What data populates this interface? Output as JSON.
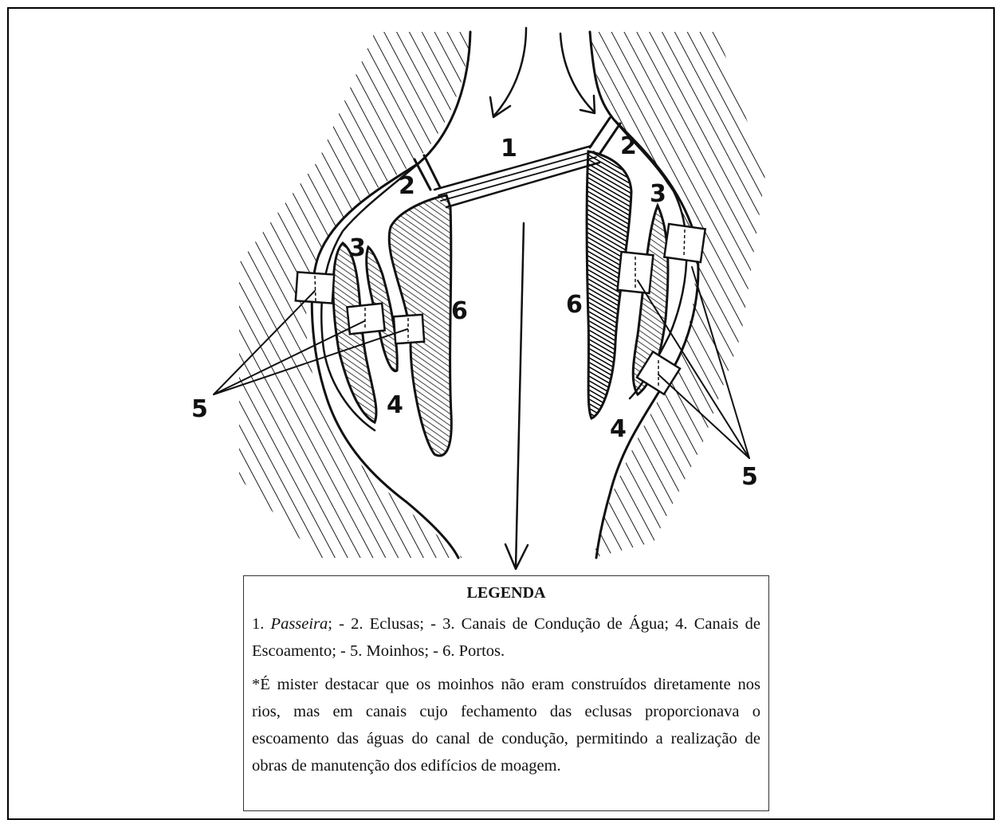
{
  "diagram": {
    "numbers": {
      "passeira": "1",
      "eclusa_left": "2",
      "eclusa_right": "2",
      "canal_conducao_left": "3",
      "canal_conducao_right": "3",
      "canal_escoamento_left": "4",
      "canal_escoamento_right": "4",
      "moinhos_left": "5",
      "moinhos_right": "5",
      "porto_left": "6",
      "porto_right": "6"
    }
  },
  "legend": {
    "title": "LEGENDA",
    "item1_num": "1.",
    "item1_term": "Passeira",
    "items_rest": "; - 2. Eclusas; - 3. Canais de Condução de Água; 4. Canais de Escoamento; - 5. Moinhos; - 6. Portos.",
    "note": "*É mister destacar que os moinhos não eram construídos diretamente nos rios, mas em canais cujo fechamento das eclusas proporcionava o escoamento das águas do canal de condução, permitindo a realização de obras de manutenção dos edifícios de moagem."
  }
}
